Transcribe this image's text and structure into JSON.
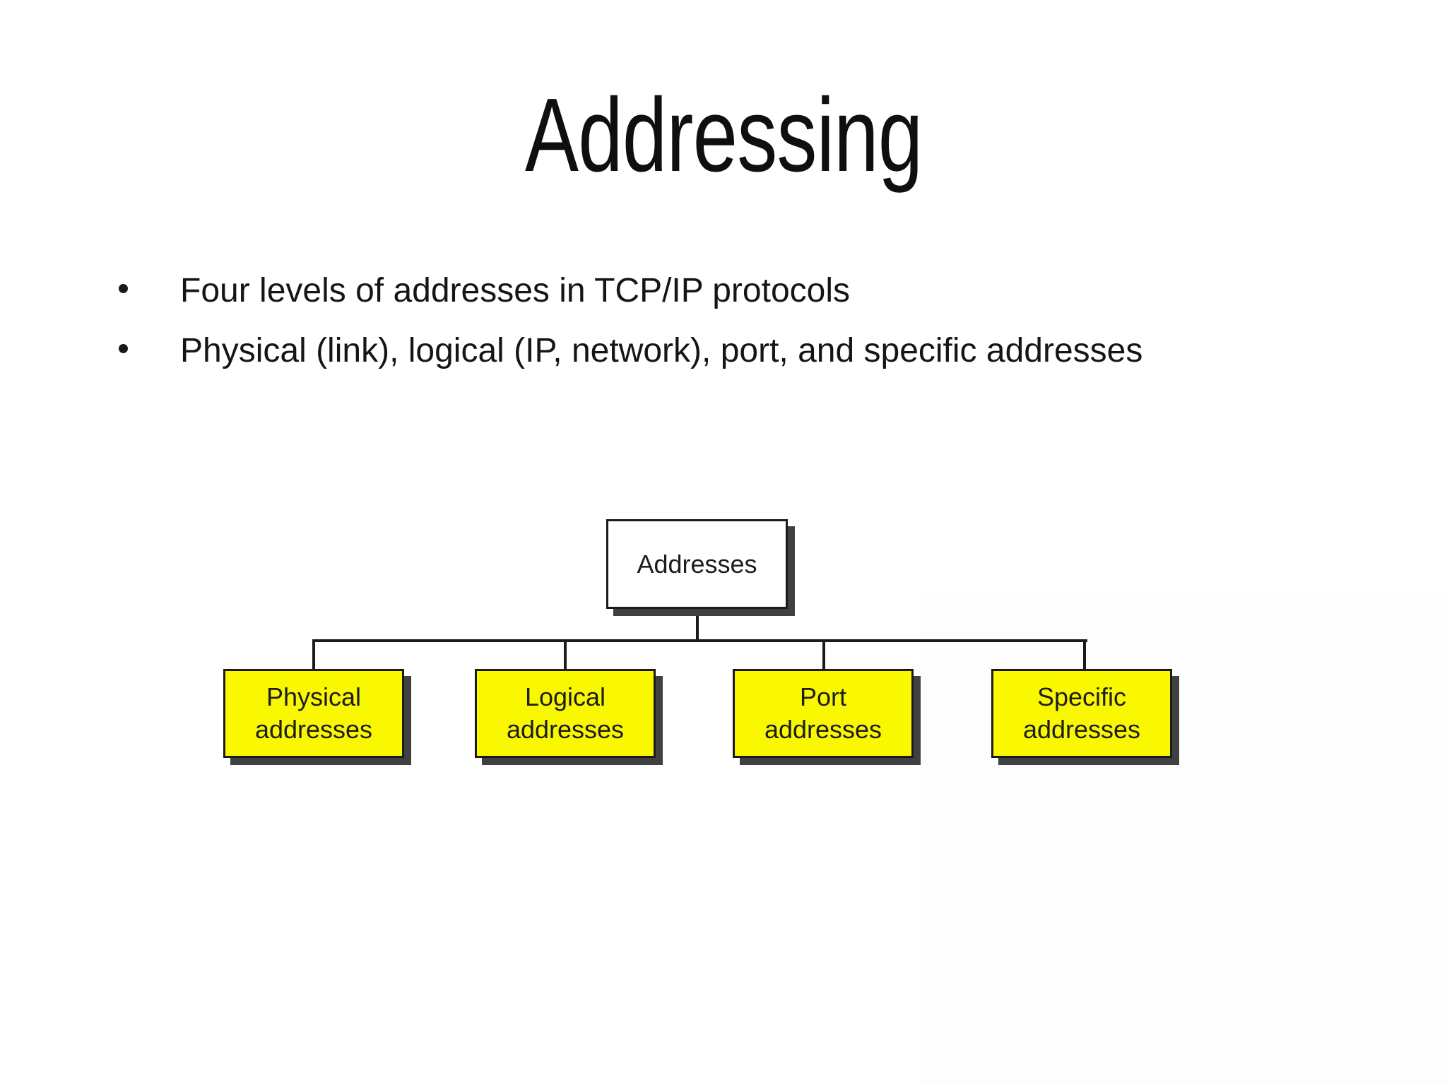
{
  "slide": {
    "title": "Addressing",
    "bullets": [
      "Four levels of addresses in TCP/IP protocols",
      "Physical (link), logical (IP, network), port, and specific addresses"
    ]
  },
  "diagram": {
    "root": {
      "label": "Addresses"
    },
    "children": [
      {
        "line1": "Physical",
        "line2": "addresses"
      },
      {
        "line1": "Logical",
        "line2": "addresses"
      },
      {
        "line1": "Port",
        "line2": "addresses"
      },
      {
        "line1": "Specific",
        "line2": "addresses"
      }
    ],
    "colors": {
      "child_fill": "#FAF800",
      "root_fill": "#FFFFFF",
      "border": "#1A1A1A",
      "shadow": "#404040",
      "line": "#1B1B1B"
    }
  }
}
